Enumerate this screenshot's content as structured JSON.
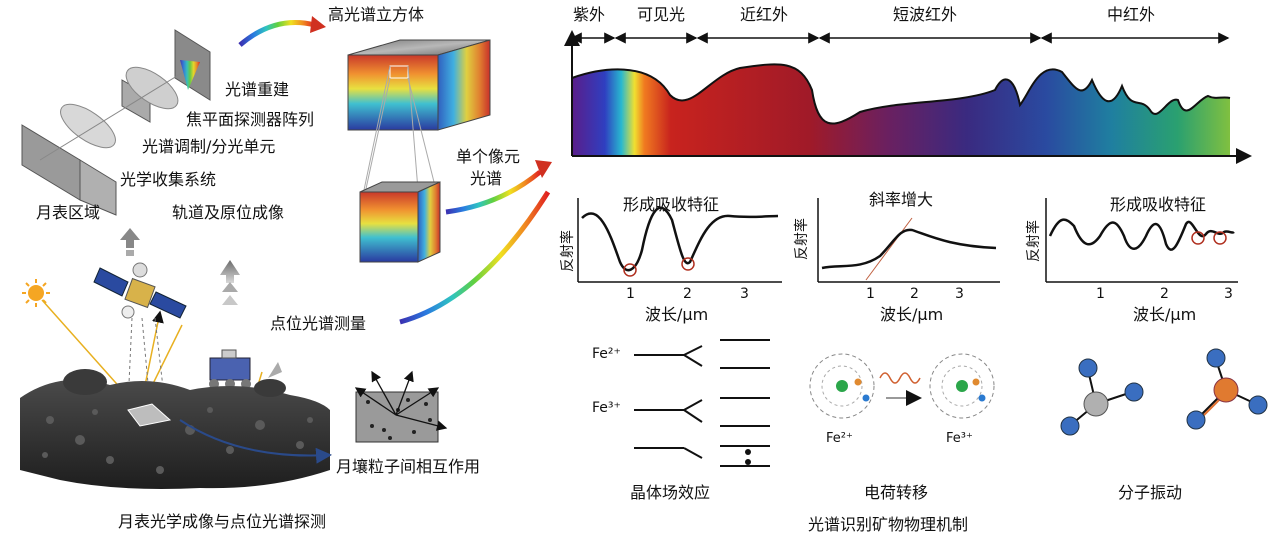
{
  "left": {
    "cube_title": "高光谱立方体",
    "spectral_reconstruction": "光谱重建",
    "focal_plane_array": "焦平面探测器阵列",
    "spectral_modulation": "光谱调制/分光单元",
    "optical_collection": "光学收集系统",
    "lunar_region": "月表区域",
    "orbit_insitu": "轨道及原位成像",
    "single_pixel_line1": "单个像元",
    "single_pixel_line2": "光谱",
    "point_spectral": "点位光谱测量",
    "particle_interaction": "月壤粒子间相互作用",
    "caption": "月表光学成像与点位光谱探测"
  },
  "spectrum": {
    "regions": [
      "紫外",
      "可见光",
      "近红外",
      "短波红外",
      "中红外"
    ]
  },
  "mini_plots": [
    {
      "title": "形成吸收特征",
      "ylabel": "反射率",
      "xlabel": "波长/μm",
      "ticks": [
        "1",
        "2",
        "3"
      ]
    },
    {
      "title": "斜率增大",
      "ylabel": "反射率",
      "xlabel": "波长/μm",
      "ticks": [
        "1",
        "2",
        "3"
      ]
    },
    {
      "title": "形成吸收特征",
      "ylabel": "反射率",
      "xlabel": "波长/μm",
      "ticks": [
        "1",
        "2",
        "3"
      ]
    }
  ],
  "mechanisms": {
    "fe2_label": "Fe²⁺",
    "fe3_label": "Fe³⁺",
    "fe2_ct": "Fe²⁺",
    "fe3_ct": "Fe³⁺",
    "crystal_field": "晶体场效应",
    "charge_transfer": "电荷转移",
    "molecular_vibration": "分子振动",
    "caption": "光谱识别矿物物理机制"
  }
}
